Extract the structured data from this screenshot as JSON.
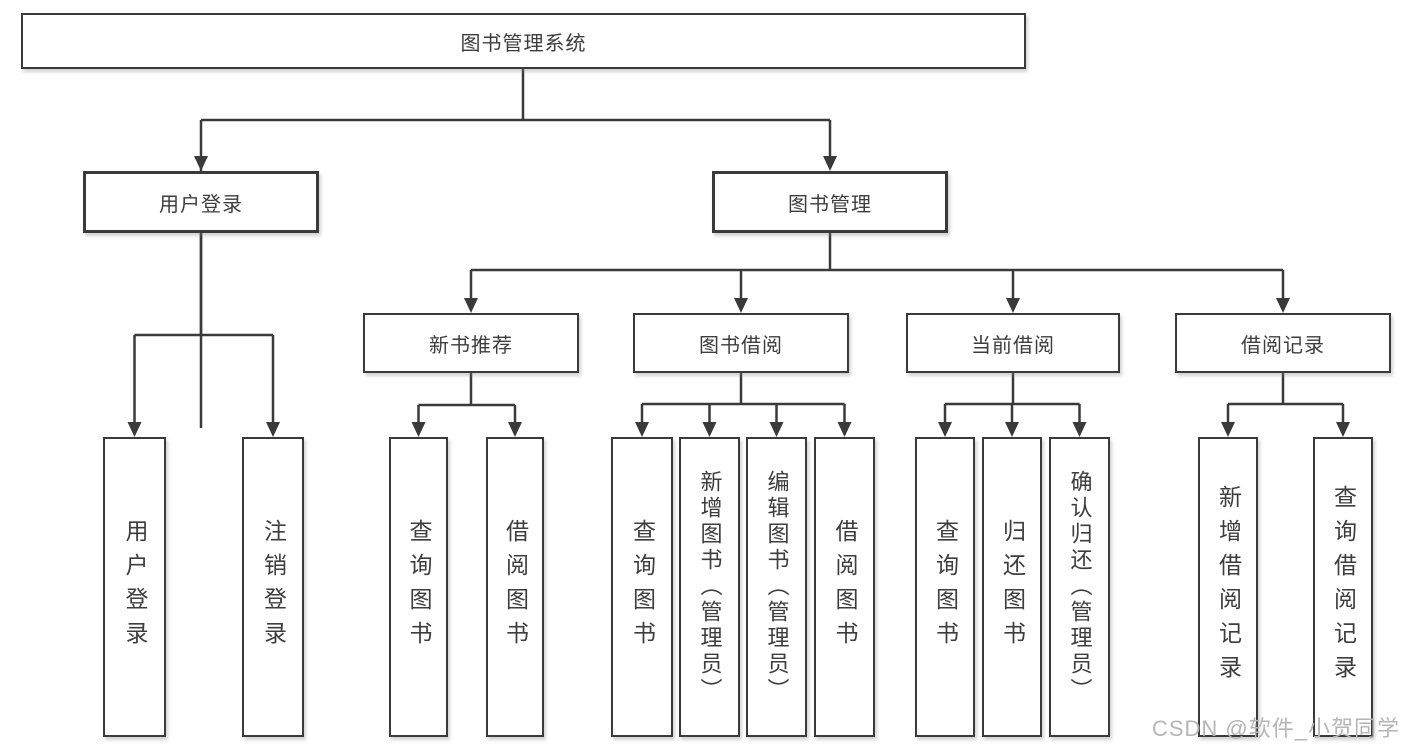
{
  "diagram": {
    "root": {
      "label": "图书管理系统"
    },
    "level2": [
      {
        "label": "用户登录"
      },
      {
        "label": "图书管理"
      }
    ],
    "level3": [
      {
        "label": "新书推荐"
      },
      {
        "label": "图书借阅"
      },
      {
        "label": "当前借阅"
      },
      {
        "label": "借阅记录"
      }
    ],
    "leaves": {
      "user_login": [
        "用户登录",
        "注销登录"
      ],
      "new_book_recommend": [
        "查询图书",
        "借阅图书"
      ],
      "book_borrow": [
        "查询图书",
        "新增图书（管理员）",
        "编辑图书（管理员）",
        "借阅图书"
      ],
      "current_borrow": [
        "查询图书",
        "归还图书",
        "确认归还（管理员）"
      ],
      "borrow_records": [
        "新增借阅记录",
        "查询借阅记录"
      ]
    },
    "watermark": "CSDN @软件_小贺同学",
    "colors": {
      "line": "#3a3a3a",
      "text": "#3d3d3d",
      "watermark": "#b5b5b5",
      "background": "#ffffff"
    }
  }
}
